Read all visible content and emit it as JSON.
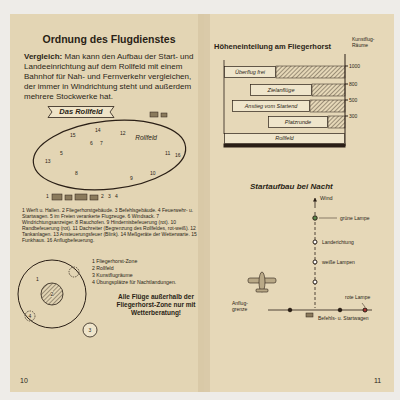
{
  "diagram": {
    "title": "Ordnung des Flugdienstes",
    "nodes": [
      {
        "text": [
          "Das Rollfeld"
        ]
      },
      {
        "text": [
          "Rollfeld"
        ]
      },
      {
        "text": [
          "Überflug frei"
        ]
      },
      {
        "text": [
          "Zielanflüge"
        ]
      },
      {
        "text": [
          "Anstieg vom Startend"
        ]
      },
      {
        "text": [
          "Platzrunde"
        ]
      },
      {
        "text": [
          "Rollfeld"
        ]
      }
    ],
    "labels": [
      "Vergleich:",
      "Man kann den Aufbau der Start- und Landeeinrichtung auf dem Rollfeld mit einem Bahnhof für Nah- und Fernverkehr vergleichen, der immer in Windrichtung steht und außerdem mehrere Stockwerke hat.",
      "1",
      "2",
      "3",
      "4",
      "5",
      "6",
      "7",
      "8",
      "9",
      "10",
      "11",
      "12",
      "13",
      "14",
      "15",
      "16",
      "1 Werft u. Hallen. 2 Fliegerhorstgebäude. 3 Befehlsgebäude. 4 Feuerwehr- u. Startwagen. 5 im Freien verankerte Flugzeuge. 6 Windsack. 7 Windrichtungsanzeiger. 8 Rauchofen. 9 Hindernisbefeuerung (rot). 10 Randbefeuerung (rot). 11 Dachreiter (Begrenzung des Rollfeldes, rot-weiß). 12 Tankanlagen. 13 Ansteuerungsfeuer (Blink). 14 Meßgeräte der Wetterwarte. 15 Funkhaus. 16 Anflugbefeuerung.",
      "1",
      "2",
      "3",
      "4",
      "1 Fliegerhorst-Zone",
      "2 Rollfeld",
      "3 Kunstflugräume",
      "4 Übungsplätze für Nachtlandungen.",
      "Alle Flüge außerhalb der Fliegerhorst-Zone nur mit Wetterberatung!",
      "10",
      "Höheneinteilung am Fliegerhorst",
      "Kunstflug-Räume",
      "1000",
      "800",
      "500",
      "300",
      "Startaufbau bei Nacht",
      "Wind",
      "grüne Lampe",
      "Landerichtung",
      "weiße Lampen",
      "rote Lampe",
      "Anflug-grenze",
      "Befehls- u. Startwagen",
      "11"
    ]
  }
}
